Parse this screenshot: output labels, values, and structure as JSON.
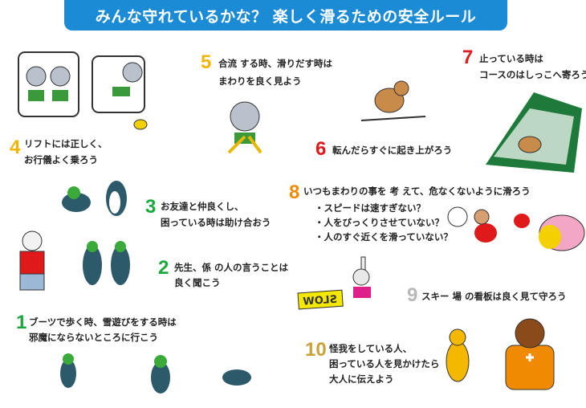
{
  "title": "みんな守れているかな？ 楽しく滑るための安全ルール",
  "rules": [
    {
      "number": "1",
      "color": "#1aaa3c",
      "lines": [
        "ブーツで歩く時、雪遊びをする時は",
        "邪魔にならないところに行こう"
      ]
    },
    {
      "number": "2",
      "color": "#1aaa3c",
      "lines": [
        "先生、係 の人の言うことは",
        "良く聞こう"
      ]
    },
    {
      "number": "3",
      "color": "#1aaa3c",
      "lines": [
        "お友達と仲良くし、",
        "困っている時は助け合おう"
      ]
    },
    {
      "number": "4",
      "color": "#f3b400",
      "lines": [
        "リフトには正しく、",
        "お行儀よく乗ろう"
      ]
    },
    {
      "number": "5",
      "color": "#f3b400",
      "lines": [
        "合流 する時、滑りだす時は",
        "まわりを良く見よう"
      ]
    },
    {
      "number": "6",
      "color": "#e01a1a",
      "lines": [
        "転んだらすぐに起き上がろう"
      ]
    },
    {
      "number": "7",
      "color": "#e01a1a",
      "lines": [
        "止っている時は",
        "コースのはしっこへ寄ろう"
      ]
    },
    {
      "number": "8",
      "color": "#f08a00",
      "lines": [
        "いつもまわりの事を 考 えて、危なくないように滑ろう",
        "・スピードは速すぎない？",
        "・人をびっくりさせていない？",
        "・人のすぐ近くを滑っていない？"
      ]
    },
    {
      "number": "9",
      "color": "#b8b8b8",
      "lines": [
        "スキー 場 の看板は良く見て守ろう"
      ]
    },
    {
      "number": "10",
      "color": "#c9a23a",
      "lines": [
        "怪我をしている人、",
        "困っている人を見かけたら",
        "大人に伝えよう"
      ]
    }
  ],
  "sign_text": "SLOW"
}
